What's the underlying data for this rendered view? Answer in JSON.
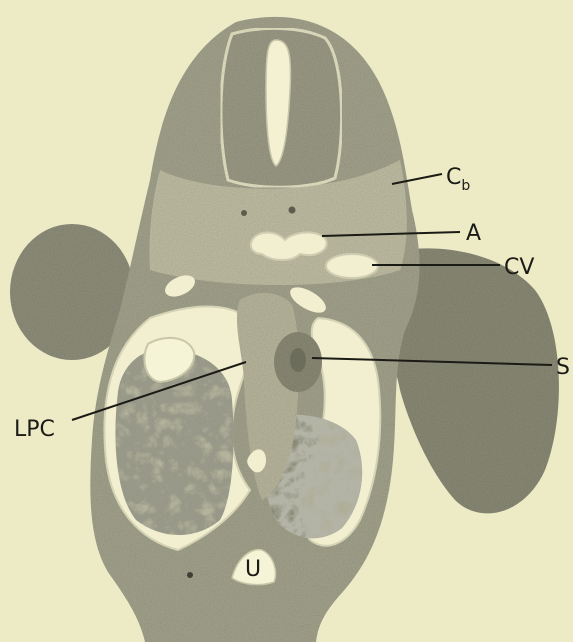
{
  "figure": {
    "labels": {
      "cb_main": "C",
      "cb_sub": "b",
      "a": "A",
      "cv": "CV",
      "s": "S",
      "lpc": "LPC",
      "u": "U"
    },
    "colors": {
      "background": "#ecebc6",
      "tissue_dark": "#8c8c78",
      "tissue_mid": "#aeae98",
      "tissue_light": "#cfcdb1",
      "cavity": "#f1efcf",
      "ink": "#1b1b16"
    }
  }
}
